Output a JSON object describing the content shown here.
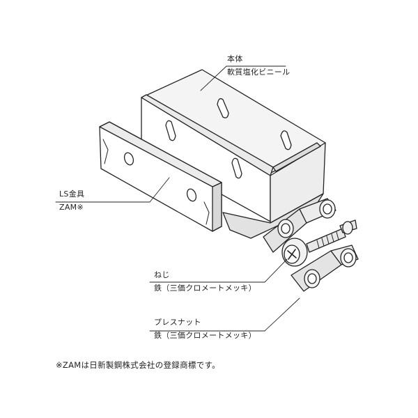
{
  "labels": {
    "body_name": "本体",
    "body_material": "軟質塩化ビニール",
    "ls_name": "LS金具",
    "ls_material": "ZAM※",
    "screw_name": "ねじ",
    "screw_material": "鉄（三価クロメートメッキ）",
    "nut_name": "プレスナット",
    "nut_material": "鉄（三価クロメートメッキ）"
  },
  "footnote": "※ZAMは日新製鋼株式会社の登録商標です。",
  "colors": {
    "stroke": "#222222",
    "background": "#ffffff",
    "shade_light": "#f0f0f0",
    "shade_mid": "#dcdcdc",
    "shade_dark": "#bdbdbd"
  }
}
